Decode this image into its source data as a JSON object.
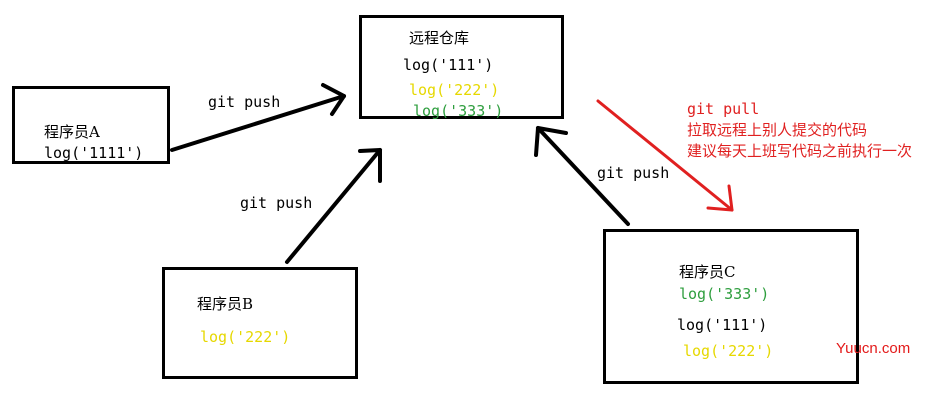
{
  "colors": {
    "black": "#000000",
    "red": "#e02020",
    "yellow": "#e6d800",
    "green": "#2e9e3e",
    "wm": "#e31a1a"
  },
  "remote": {
    "title": "远程仓库",
    "logs": [
      "log('111')",
      "log('222')",
      "log('333')"
    ]
  },
  "devA": {
    "title": "程序员A",
    "log": "log('1111')"
  },
  "devB": {
    "title": "程序员B",
    "log": "log('222')"
  },
  "devC": {
    "title": "程序员C",
    "logs": [
      "log('333')",
      "log('111')",
      "log('222')"
    ]
  },
  "labels": {
    "push_a": "git push",
    "push_b": "git push",
    "push_c": "git push"
  },
  "pull_note": {
    "cmd": "git pull",
    "line1": "拉取远程上别人提交的代码",
    "line2": "建议每天上班写代码之前执行一次"
  },
  "watermark": "Yuucn.com"
}
